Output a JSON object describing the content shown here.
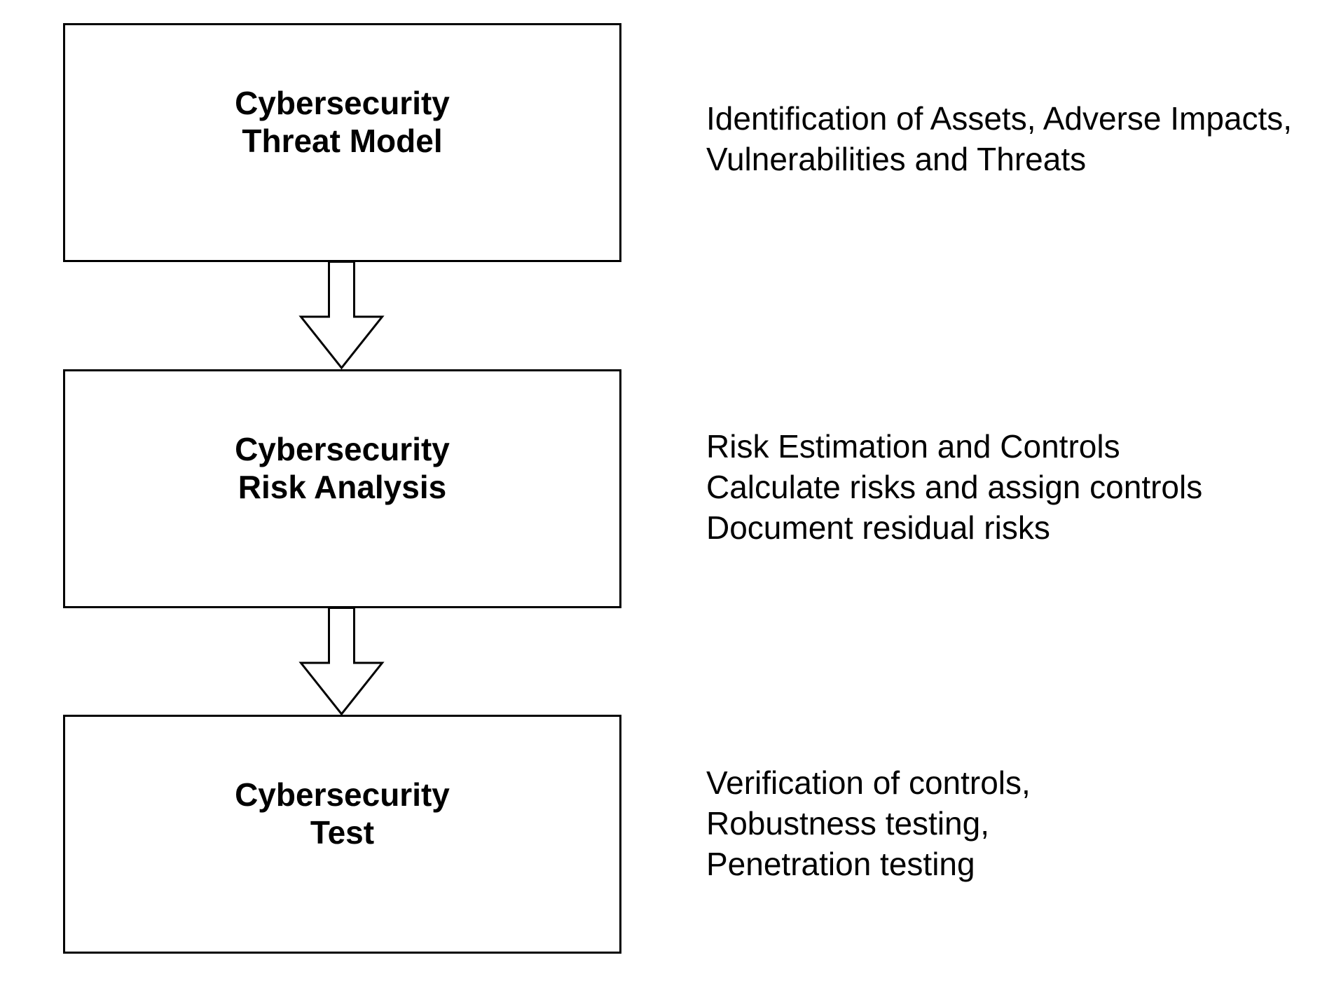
{
  "diagram": {
    "type": "flowchart",
    "colors": {
      "background": "#ffffff",
      "line": "#000000",
      "text": "#000000"
    },
    "steps": [
      {
        "title": [
          "Cybersecurity",
          "Threat Model"
        ],
        "description": [
          "Identification of Assets, Adverse Impacts,",
          "Vulnerabilities and Threats"
        ]
      },
      {
        "title": [
          "Cybersecurity",
          "Risk Analysis"
        ],
        "description": [
          "Risk Estimation and Controls",
          "Calculate risks and assign controls",
          "Document residual risks"
        ]
      },
      {
        "title": [
          "Cybersecurity",
          "Test"
        ],
        "description": [
          "Verification of controls,",
          "Robustness testing,",
          "Penetration testing"
        ]
      }
    ],
    "connectors": [
      "down-block-arrow",
      "down-block-arrow"
    ]
  }
}
